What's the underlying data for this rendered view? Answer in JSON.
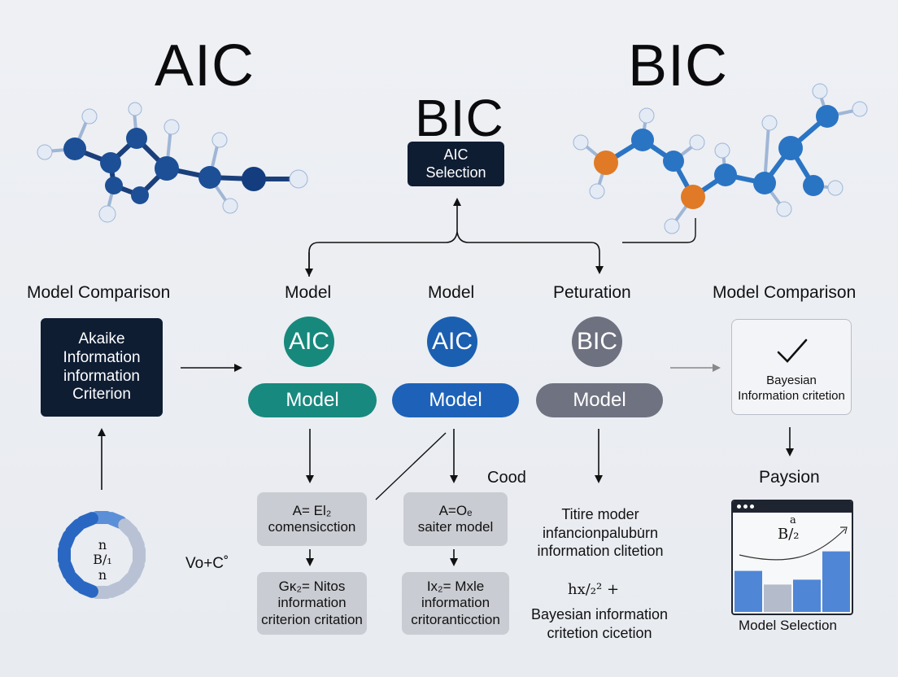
{
  "titles": {
    "aic_left": "AIC",
    "bic_center": "BIC",
    "bic_right": "BIC"
  },
  "top_box": {
    "line1": "AIC",
    "line2": "Selection"
  },
  "left_panel": {
    "heading": "Model Comparison",
    "box_lines": [
      "Akaike",
      "Information",
      "information",
      "Criterion"
    ],
    "ring_top": "n",
    "ring_mid": "B/₁",
    "ring_bottom": "n",
    "side_formula": "Vo+C˚"
  },
  "columns": [
    {
      "heading": "Model",
      "circle": "AIC",
      "circle_color": "#16897c",
      "pill": "Model",
      "pill_color": "#17897f",
      "box1": [
        "A= El₂",
        "comensicction"
      ],
      "box2": [
        "Gκ₂= Nitos",
        "information",
        "criterion critation"
      ]
    },
    {
      "heading": "Model",
      "circle": "AIC",
      "circle_color": "#1b5fb1",
      "pill": "Model",
      "pill_color": "#1d62b8",
      "side_label": "Cood",
      "box1": [
        "A=Oₑ",
        "saiter model"
      ],
      "box2": [
        "Ix₂= Mxle",
        "information",
        "critoranticction"
      ]
    },
    {
      "heading": "Peturation",
      "circle": "BIC",
      "circle_color": "#6e717f",
      "pill": "Model",
      "pill_color": "#6f7280",
      "text1": [
        "Titire moder",
        "infancionpalubu̇rn",
        "information clitetion"
      ],
      "formula": "hx/₂² +",
      "text2": [
        "Bayesian information",
        "critetion cicetion"
      ]
    }
  ],
  "right_panel": {
    "heading": "Model Comparison",
    "check_box_lines": [
      "Bayesian",
      "Information critetion"
    ],
    "sub_heading": "Paysion",
    "chart_formula_top": "a",
    "chart_formula": "B/₂",
    "chart_caption": "Model Selection",
    "chart_bars": [
      0.42,
      0.28,
      0.33,
      0.62
    ]
  },
  "colors": {
    "navy": "#0f1d33",
    "molecule_blue": "#1f63b7",
    "molecule_orange": "#e07a26",
    "chart_blue": "#4f86d6",
    "chart_grey": "#b4bccb"
  }
}
